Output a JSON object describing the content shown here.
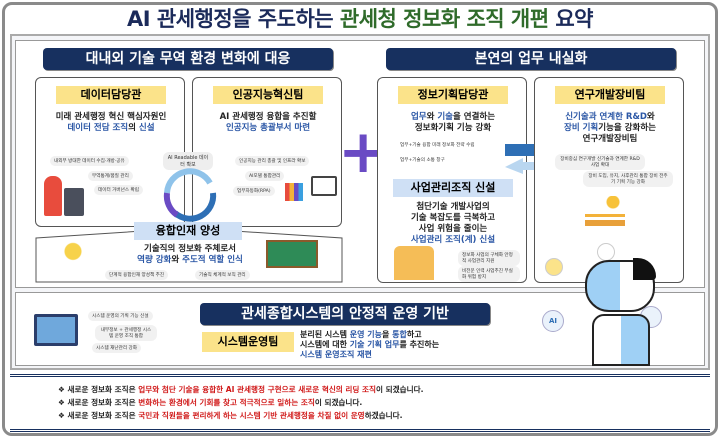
{
  "title": {
    "part1": "AI 관세행정",
    "part2": "을 주도하는 ",
    "part3": "관세청 정보화 조직 개편",
    "part4": " 요약"
  },
  "left_section": {
    "header": "대내외 기술 무역 환경 변화에 대응",
    "data_card": {
      "tag": "데이터담당관",
      "desc_line1": "미래 관세행정 혁신 핵심자원인",
      "desc_line2": "데이터 전담 조직",
      "desc_line2b": "의 ",
      "desc_line2c": "신설",
      "bubbles": [
        "내외부 방대한 데이터 수집·개방·공유",
        "무역통계/품질 관리",
        "데이터 거버넌스 확립"
      ]
    },
    "ai_card": {
      "tag": "인공지능혁신팀",
      "desc_line1": "AI 관세행정 융합을 추진할",
      "desc_line2": "인공지능 총괄부서 마련",
      "bubbles": [
        "인공지능 관리 총괄 및 인프라 확보",
        "AI모델 통합관리",
        "업무자동화(RPA)"
      ]
    },
    "cycle_label": "AI Readable 데이터 확보",
    "talent_card": {
      "tag": "융합인재 양성",
      "desc_line1": "기술직의 정보화 주체로서",
      "desc_line2a": "역량 강화",
      "desc_line2b": "와 ",
      "desc_line2c": "주도적 역할 인식",
      "bubbles": [
        "단계적 융합인재 양성책 추진",
        "기술직 체계적 보직 관리"
      ]
    }
  },
  "plus_symbol": "+",
  "right_section": {
    "header": "본연의 업무 내실화",
    "planning_card": {
      "tag": "정보기획담당관",
      "desc_line1a": "업무",
      "desc_line1b": "와 ",
      "desc_line1c": "기술",
      "desc_line1d": "을 연결하는",
      "desc_line2": "정보화기획 기능 강화",
      "bubbles": [
        "업무+기술 융합 미래 정보화 전략 수립",
        "업무+기술의 소통 창구"
      ]
    },
    "project_card": {
      "tag": "사업관리조직 신설",
      "desc_line1": "첨단기술 개발사업의",
      "desc_line2": "기술 복잡도를 극복하고",
      "desc_line3": "사업 위험을 줄이는",
      "desc_line4": "사업관리 조직(계) 신설",
      "bubbles": [
        "정보화 사업의 구체화 안정적 사업관리 지원",
        "비전문 인력 사업추진 부실화 위험 방지"
      ]
    },
    "rnd_card": {
      "tag": "연구개발장비팀",
      "desc_line1a": "신기술과 연계한 R&D",
      "desc_line1b": "와",
      "desc_line2a": "장비 기획",
      "desc_line2b": "기능을 강화하는",
      "desc_line3": "연구개발장비팀",
      "bubbles": [
        "장비중심 연구개발 신기술과 연계한 R&D사업 확대",
        "장비 도입, 유지, 사후관리 통합 장비 전주기 기획 기능 강화"
      ]
    }
  },
  "bottom_section": {
    "header": "관세종합시스템의 안정적 운영 기반",
    "tag": "시스템운영팀",
    "desc_line1a": "분리된 시스템 ",
    "desc_line1b": "운영 기능",
    "desc_line1c": "을 ",
    "desc_line1d": "통합",
    "desc_line1e": "하고",
    "desc_line2a": "시스템에 대한 ",
    "desc_line2b": "기술 기획 업무",
    "desc_line2c": "를 추진하는",
    "desc_line3": "시스템 운영조직 재편",
    "bubbles": [
      "시스템 운영의 기획 기능 신설",
      "내부정보 + 관세행정 시스템 운영 조직 통합",
      "시스템 재난관리 강화"
    ],
    "ai_badge": "AI"
  },
  "notes": [
    {
      "a": "새로운 정보화 조직은 ",
      "b": "업무와 첨단 기술을 융합한 AI 관세행정 구현으로 새로운 혁신의 리딩 조직",
      "c": "이 되겠습니다."
    },
    {
      "a": "새로운 정보화 조직은 ",
      "b": "변화하는 환경에서 기회를 찾고 적극적으로 일하는 조직",
      "c": "이 되겠습니다."
    },
    {
      "a": "새로운 정보화 조직은 ",
      "b": "국민과 직원들을 편리하게 하는 시스템 기반 관세행정을 차질 없이 운영",
      "c": "하겠습니다."
    }
  ],
  "note_bullet": "❖",
  "colors": {
    "navy": "#17305f",
    "green": "#2f6b2a",
    "tag_yellow": "#fbe38a",
    "highlight_blue": "#2a56a5",
    "note_red": "#d01818",
    "plus_purple": "#6a4bc4"
  }
}
